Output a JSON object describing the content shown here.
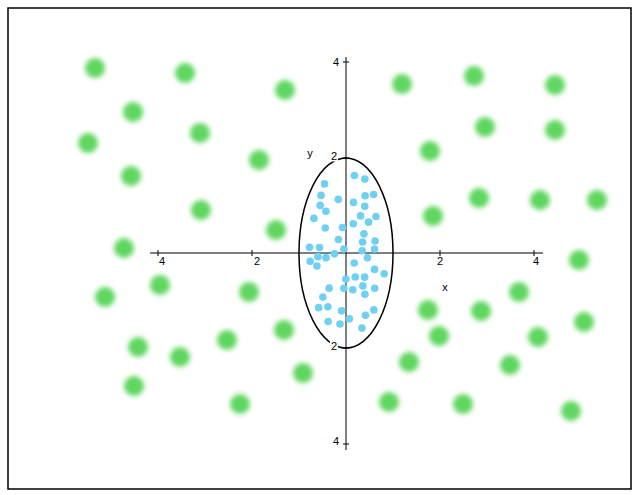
{
  "diagram": {
    "labels": [
      "4",
      "y",
      "2",
      "4",
      "2",
      "2",
      "4",
      "x",
      "2",
      "4"
    ]
  }
}
